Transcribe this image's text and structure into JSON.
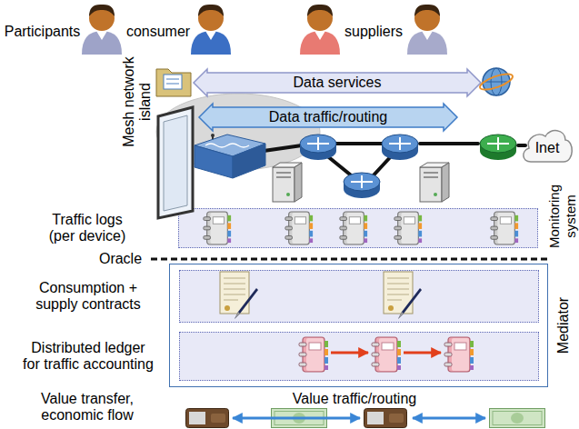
{
  "diagram": {
    "nodes": [
      {
        "text": [
          "Data services"
        ]
      },
      {
        "text": [
          "Data traffic/routing"
        ]
      },
      {
        "text": [
          "Inet"
        ]
      },
      {
        "text": [
          "Traffic logs (per device)"
        ]
      },
      {
        "text": [
          "Mediator"
        ]
      },
      {
        "text": [
          "Consumption + supply contracts"
        ],
        "in": 4
      },
      {
        "text": [
          "Distributed ledger for traffic accounting"
        ],
        "in": 4
      }
    ],
    "labels": [
      "Participants",
      "consumer",
      "suppliers",
      "Mesh network island",
      "Monitoring system",
      "Oracle",
      "Value traffic/routing",
      "Value transfer, economic flow"
    ]
  }
}
